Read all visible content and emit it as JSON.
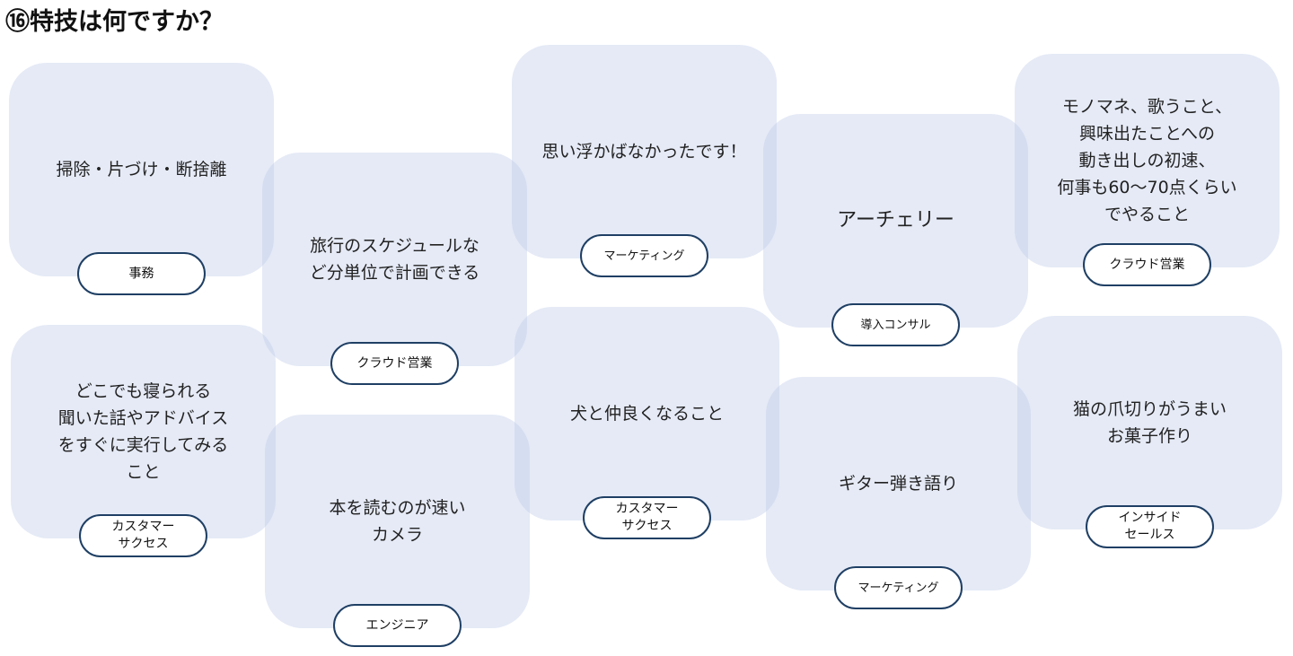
{
  "title": "⑯特技は何ですか？",
  "cards": [
    {
      "text": [
        "掃除・片づけ・断捨離"
      ],
      "role": [
        "事務"
      ]
    },
    {
      "text": [
        "旅行のスケジュールな",
        "ど分単位で計画できる"
      ],
      "role": [
        "クラウド営業"
      ]
    },
    {
      "text": [
        "思い浮かばなかったです！"
      ],
      "role": [
        "マーケティング"
      ]
    },
    {
      "text": [
        "アーチェリー"
      ],
      "role": [
        "導入コンサル"
      ]
    },
    {
      "text": [
        "モノマネ、歌うこと、",
        "興味出たことへの",
        "動き出しの初速、",
        "何事も60〜70点くらい",
        "でやること"
      ],
      "role": [
        "クラウド営業"
      ]
    },
    {
      "text": [
        "どこでも寝られる",
        "聞いた話やアドバイス",
        "をすぐに実行してみる",
        "こと"
      ],
      "role": [
        "カスタマー",
        "サクセス"
      ]
    },
    {
      "text": [
        "本を読むのが速い",
        "カメラ"
      ],
      "role": [
        "エンジニア"
      ]
    },
    {
      "text": [
        "犬と仲良くなること"
      ],
      "role": [
        "カスタマー",
        "サクセス"
      ]
    },
    {
      "text": [
        "ギター弾き語り"
      ],
      "role": [
        "マーケティング"
      ]
    },
    {
      "text": [
        "猫の爪切りがうまい",
        "お菓子作り"
      ],
      "role": [
        "インサイド",
        "セールス"
      ]
    }
  ]
}
